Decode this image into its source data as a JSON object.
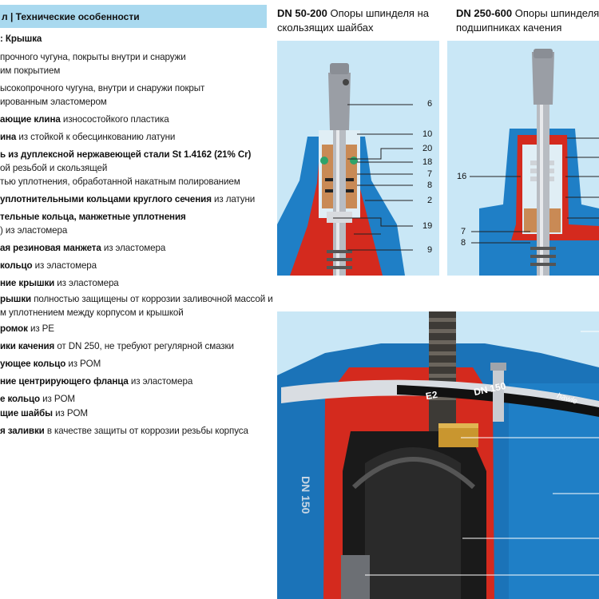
{
  "left": {
    "header": "л | Технические особенности",
    "lines": [
      {
        "bold": ": Крышка",
        "rest": ""
      },
      {
        "bold": "",
        "rest": "прочного чугуна, покрыты внутри и снаружи"
      },
      {
        "bold": "",
        "rest": "им покрытием"
      },
      {
        "bold": "",
        "rest": "ысокопрочного чугуна, внутри и снаружи покрыт"
      },
      {
        "bold": "",
        "rest": "ированным эластомером"
      },
      {
        "bold": "ающие клина",
        "rest": " износостойкого пластика"
      },
      {
        "bold": "ина",
        "rest": " из стойкой к обесцинкованию латуни"
      },
      {
        "bold": "ь из дуплексной нержавеющей стали St 1.4162 (21% Cr)",
        "rest": ""
      },
      {
        "bold": "",
        "rest": "ой резьбой и скользящей"
      },
      {
        "bold": "",
        "rest": "тью уплотнения, обработанной накатным полированием"
      },
      {
        "bold": "уплотнительными кольцами круглого сечения",
        "rest": " из латуни"
      },
      {
        "bold": "тельные кольца, манжетные уплотнения",
        "rest": ""
      },
      {
        "bold": "",
        "rest": ") из эластомера"
      },
      {
        "bold": "ая резиновая манжета",
        "rest": " из эластомера"
      },
      {
        "bold": " кольцо",
        "rest": " из эластомера"
      },
      {
        "bold": "ние крышки",
        "rest": " из эластомера"
      },
      {
        "bold": "рышки",
        "rest": " полностью защищены от коррозии заливочной массой и"
      },
      {
        "bold": "",
        "rest": "м уплотнением между корпусом и крышкой"
      },
      {
        "bold": "ромок",
        "rest": " из PE"
      },
      {
        "bold": "ики качения",
        "rest": " от DN 250, не требуют регулярной смазки"
      },
      {
        "bold": "ующее кольцо",
        "rest": " из POM"
      },
      {
        "bold": "ние центрирующего фланца",
        "rest": " из эластомера"
      },
      {
        "bold": "е кольцо",
        "rest": " из POM"
      },
      {
        "bold": "щие шайбы",
        "rest": " из POM"
      },
      {
        "bold": "я заливки",
        "rest": " в качестве защиты от коррозии резьбы корпуса"
      }
    ]
  },
  "heading1": {
    "bold": "DN 50-200",
    "line1": " Опоры шпинделя на",
    "line2": "скользящих шайбах"
  },
  "heading2": {
    "bold": "DN 250-600",
    "line1": " Опоры шпинделя",
    "line2": "подшипниках качения"
  },
  "callouts1": [
    "6",
    "10",
    "20",
    "18",
    "7",
    "8",
    "2",
    "19",
    "9"
  ],
  "callouts2": [
    "16",
    "7",
    "8"
  ],
  "valve_marks": {
    "casting": "DN 150",
    "band_code": "E2",
    "band_size": "DN 150",
    "band_brand": "hawle"
  },
  "colors": {
    "blue": "#1f7fc6",
    "red": "#d42a1e",
    "panel_bg": "#c9e7f6",
    "header_bg": "#a9d9ef"
  }
}
